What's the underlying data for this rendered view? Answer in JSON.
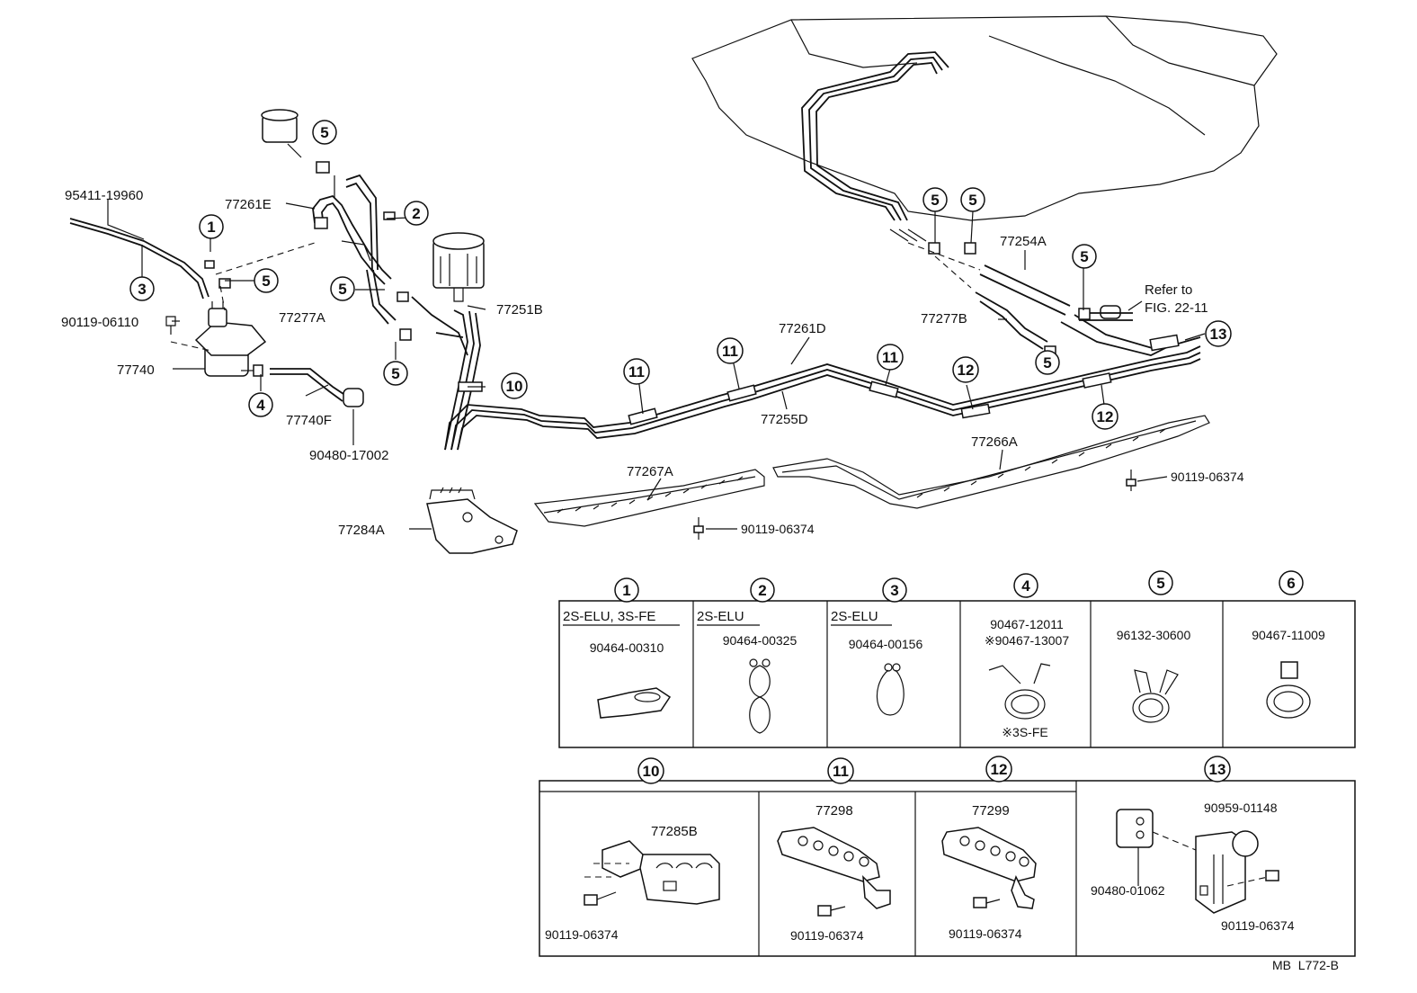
{
  "labels": {
    "p95411": "95411-19960",
    "p90119_06110": "90119-06110",
    "p77740": "77740",
    "p77740F": "77740F",
    "p90480_17002": "90480-17002",
    "p77261E": "77261E",
    "p77277A": "77277A",
    "p77251B": "77251B",
    "p77261D": "77261D",
    "p77255D": "77255D",
    "p77254A": "77254A",
    "p77277B": "77277B",
    "refer1": "Refer to",
    "refer2": "FIG. 22-11",
    "p77267A": "77267A",
    "p77266A": "77266A",
    "p77284A": "77284A",
    "p90119_06374_a": "90119-06374",
    "p90119_06374_b": "90119-06374"
  },
  "callouts": [
    "1",
    "2",
    "3",
    "4",
    "5",
    "6",
    "10",
    "11",
    "12",
    "13"
  ],
  "parts_table": {
    "row1": [
      {
        "num": "1",
        "engine": "2S-ELU, 3S-FE",
        "parts": [
          "90464-00310"
        ],
        "note": ""
      },
      {
        "num": "2",
        "engine": "2S-ELU",
        "parts": [
          "90464-00325"
        ],
        "note": ""
      },
      {
        "num": "3",
        "engine": "2S-ELU",
        "parts": [
          "90464-00156"
        ],
        "note": ""
      },
      {
        "num": "4",
        "engine": "",
        "parts": [
          "90467-12011",
          "※90467-13007"
        ],
        "note": "※3S-FE"
      },
      {
        "num": "5",
        "engine": "",
        "parts": [
          "96132-30600"
        ],
        "note": ""
      },
      {
        "num": "6",
        "engine": "",
        "parts": [
          "90467-11009"
        ],
        "note": ""
      }
    ],
    "row2": [
      {
        "num": "10",
        "parts": [
          "77285B",
          "90119-06374"
        ]
      },
      {
        "num": "11",
        "parts": [
          "77298",
          "90119-06374"
        ]
      },
      {
        "num": "12",
        "parts": [
          "77299",
          "90119-06374"
        ]
      },
      {
        "num": "13",
        "parts": [
          "90959-01148",
          "90480-01062",
          "90119-06374"
        ]
      }
    ]
  },
  "footer": "MB  L772-B"
}
